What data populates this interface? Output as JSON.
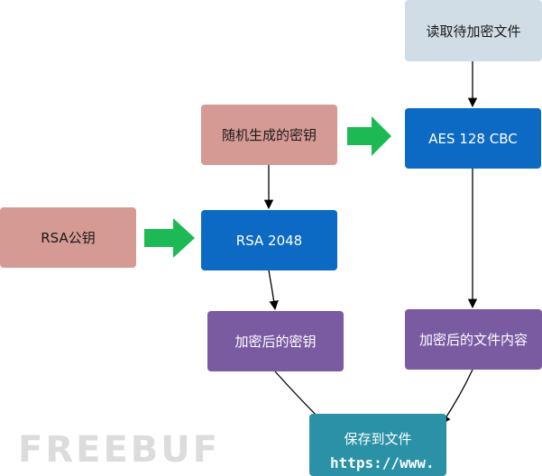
{
  "nodes": {
    "read_file": "读取待加密文件",
    "random_key": "随机生成的密钥",
    "aes": "AES 128 CBC",
    "rsa_public_key": "RSA公钥",
    "rsa": "RSA 2048",
    "encrypted_key": "加密后的密钥",
    "encrypted_content": "加密后的文件内容",
    "save_file": "保存到文件"
  },
  "watermark": {
    "brand": "FREEBUF",
    "url": "https://www."
  },
  "colors": {
    "input_box": "#d0dce6",
    "key_box": "#d69a94",
    "algorithm_box": "#0c69c4",
    "output_box": "#7a5ba2",
    "save_box": "#2a91a7",
    "green_arrow": "#1db954"
  }
}
